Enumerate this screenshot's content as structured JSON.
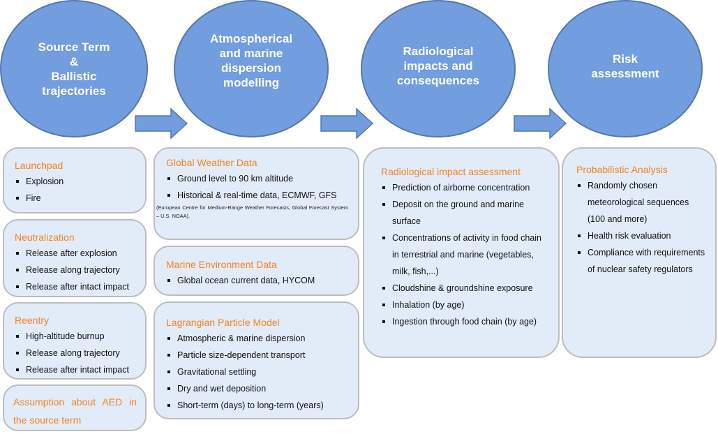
{
  "colors": {
    "circle_fill": "#729ddf",
    "circle_border": "#5578ad",
    "box_fill": "#e2ebf8",
    "box_border": "#bdbdbd",
    "heading": "#f5821f"
  },
  "stages": [
    {
      "title": "Source Term\n&\nBallistic\ntrajectories"
    },
    {
      "title": "Atmospherical\nand marine\ndispersion\nmodelling"
    },
    {
      "title": "Radiological\nimpacts and\nconsequences"
    },
    {
      "title": "Risk\nassessment"
    }
  ],
  "columns": {
    "source": {
      "launchpad": {
        "heading": "Launchpad",
        "items": [
          "Explosion",
          "Fire"
        ]
      },
      "neutralization": {
        "heading": "Neutralization",
        "items": [
          "Release after explosion",
          "Release along trajectory",
          "Release after intact impact"
        ]
      },
      "reentry": {
        "heading": "Reentry",
        "items": [
          "High-altitude burnup",
          "Release along trajectory",
          "Release after intact impact"
        ]
      },
      "aed": {
        "heading": "Assumption about AED in the source term"
      }
    },
    "dispersion": {
      "weather": {
        "heading": "Global Weather Data",
        "items": [
          "Ground level to 90 km altitude",
          "Historical & real-time data, ECMWF, GFS"
        ],
        "note": "(European Centre for Medium-Range Weather Forecasts, Global Forecast System – U.S. NOAA)."
      },
      "marine": {
        "heading": "Marine Environment Data",
        "items": [
          "Global ocean current data, HYCOM"
        ]
      },
      "lagrangian": {
        "heading": "Lagrangian Particle Model",
        "items": [
          "Atmospheric & marine dispersion",
          "Particle size-dependent transport",
          "Gravitational settling",
          "Dry and wet deposition",
          "Short-term (days) to long-term (years)"
        ]
      }
    },
    "radiological": {
      "impact": {
        "heading": "Radiological impact assessment",
        "items": [
          "Prediction of airborne concentration",
          "Deposit on the ground and marine surface",
          "Concentrations of activity in food chain in terrestrial and marine (vegetables, milk, fish,...)",
          "Cloudshine & groundshine exposure",
          "Inhalation (by age)",
          "Ingestion through food chain (by age)"
        ]
      }
    },
    "risk": {
      "probabilistic": {
        "heading": "Probabilistic Analysis",
        "items": [
          "Randomly chosen meteorological sequences (100 and more)",
          "Health risk evaluation",
          "Compliance with requirements of nuclear safety regulators"
        ]
      }
    }
  }
}
